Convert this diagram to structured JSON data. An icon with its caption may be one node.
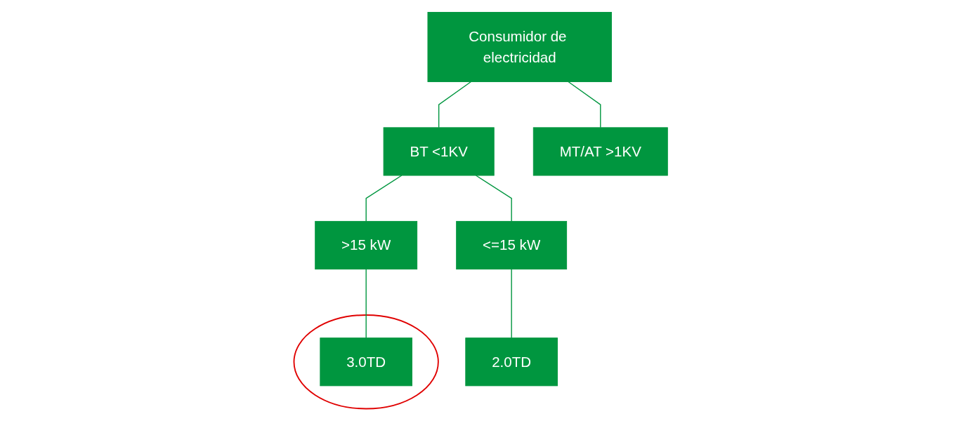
{
  "diagram": {
    "nodes": [
      {
        "text": [
          "Consumidor de electricidad"
        ]
      },
      {
        "text": [
          "BT <1KV"
        ]
      },
      {
        "text": [
          "MT/AT >1KV"
        ]
      },
      {
        "text": [
          "<=15 kW"
        ]
      },
      {
        "text": [
          ">15 kW"
        ]
      },
      {
        "text": [
          "2.0TD"
        ]
      },
      {
        "text": [],
        "shape": "ellipse"
      },
      {
        "text": [
          "3.0TD"
        ],
        "in": 6
      }
    ],
    "edges": [
      {
        "from": 0,
        "to": 1,
        "arrow": "none"
      },
      {
        "from": 0,
        "to": 2,
        "arrow": "none"
      },
      {
        "from": 1,
        "to": 3,
        "arrow": "none"
      },
      {
        "from": 1,
        "to": 4,
        "arrow": "none"
      },
      {
        "from": 3,
        "to": 5,
        "arrow": "none"
      },
      {
        "from": 4,
        "to": 7,
        "arrow": "none"
      }
    ]
  }
}
